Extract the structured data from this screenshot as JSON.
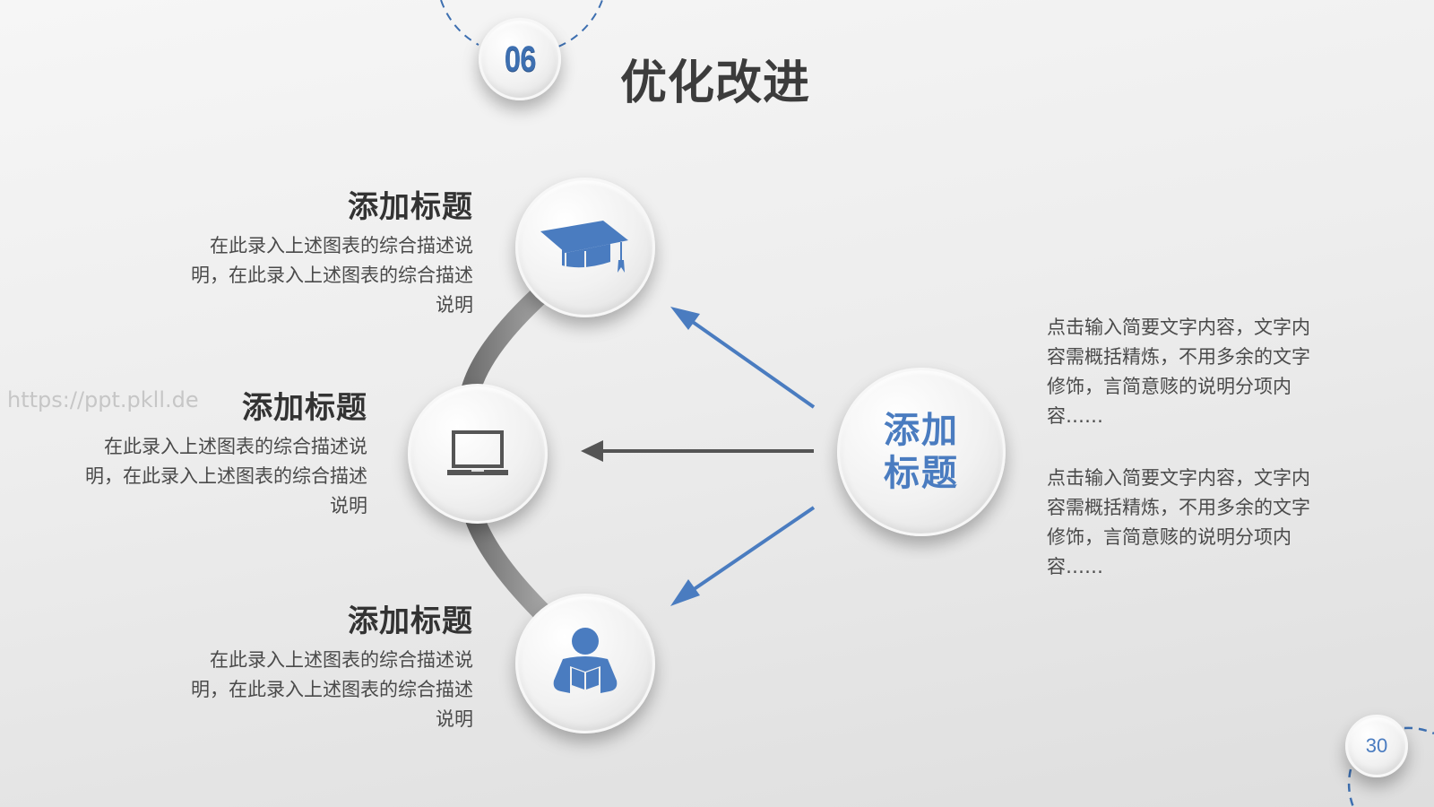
{
  "header": {
    "section_number": "06",
    "title": "优化改进"
  },
  "nodes": [
    {
      "icon": "graduation-cap-icon",
      "title": "添加标题",
      "description": "在此录入上述图表的综合描述说明，在此录入上述图表的综合描述说明"
    },
    {
      "icon": "laptop-icon",
      "title": "添加标题",
      "description": "在此录入上述图表的综合描述说明，在此录入上述图表的综合描述说明"
    },
    {
      "icon": "reader-icon",
      "title": "添加标题",
      "description": "在此录入上述图表的综合描述说明，在此录入上述图表的综合描述说明"
    }
  ],
  "hub": {
    "label_line1": "添加",
    "label_line2": "标题"
  },
  "right_text": [
    "点击输入简要文字内容，文字内容需概括精炼，不用多余的文字修饰，言简意赅的说明分项内容……",
    "点击输入简要文字内容，文字内容需概括精炼，不用多余的文字修饰，言简意赅的说明分项内容……"
  ],
  "watermark": "https://ppt.pkll.de",
  "page_number": "30",
  "colors": {
    "accent_blue": "#4a7cc0",
    "arrow_dark": "#555555",
    "arc_grey": "#8a8a8a",
    "title_text": "#3c3c3c",
    "body_text": "#4a4a4a"
  }
}
